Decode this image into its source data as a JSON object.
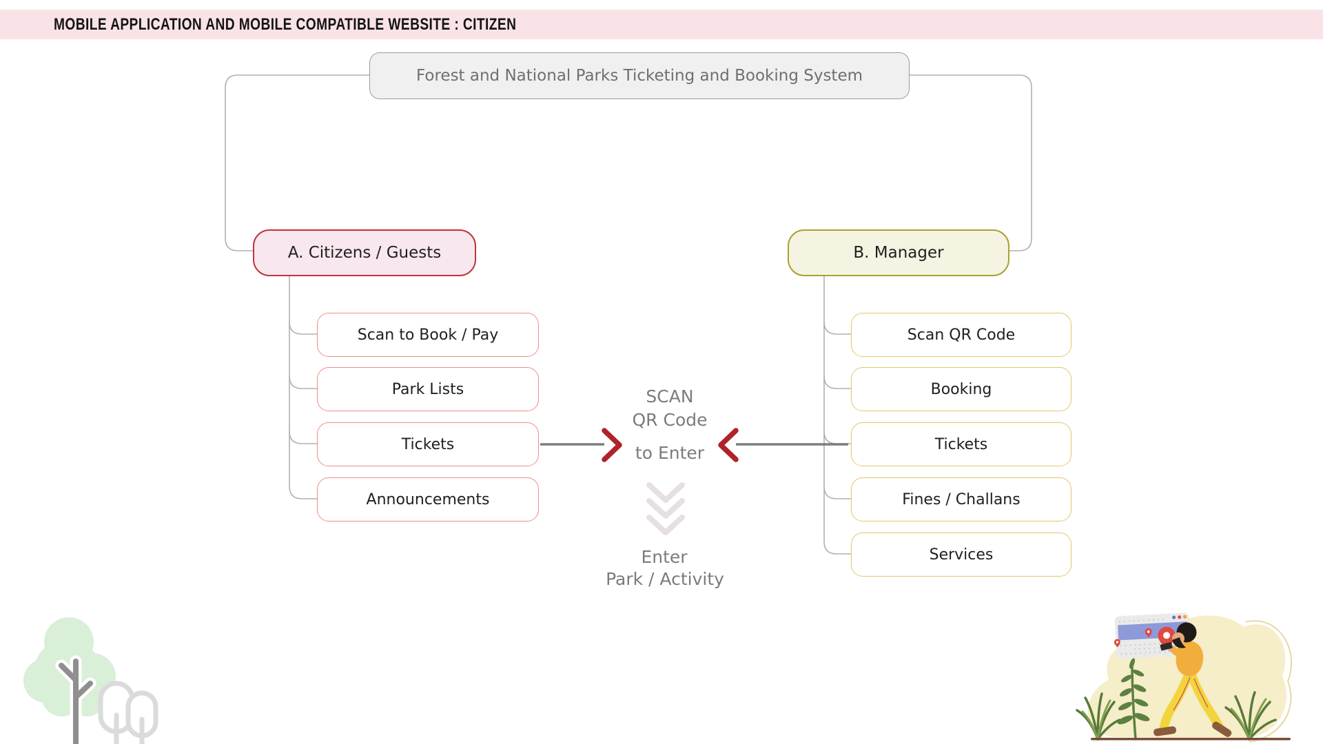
{
  "header": {
    "label": "MOBILE APPLICATION AND MOBILE COMPATIBLE WEBSITE : CITIZEN"
  },
  "diagram": {
    "root_label": "Forest and National Parks Ticketing and Booking System",
    "branch_a": {
      "label": "A. Citizens / Guests",
      "children": [
        "Scan to Book / Pay",
        "Park Lists",
        "Tickets",
        "Announcements"
      ]
    },
    "branch_b": {
      "label": "B. Manager",
      "children": [
        "Scan QR Code",
        "Booking",
        "Tickets",
        "Fines / Challans",
        "Services"
      ]
    },
    "center": {
      "scan_label_1": "SCAN",
      "scan_label_2": "QR Code",
      "scan_label_3": "to Enter",
      "enter_label_1": "Enter",
      "enter_label_2": "Park / Activity"
    }
  },
  "colors": {
    "header_bg": "#FAE3E7",
    "root_fill": "#F0F0F0",
    "root_border": "#9B9B9B",
    "citizens_fill": "#F8E7EE",
    "citizens_border": "#C1323A",
    "citizens_child_border": "#EE8D85",
    "manager_fill": "#F5F4E2",
    "manager_border": "#ABA030",
    "manager_child_border": "#E2C868",
    "connector_gray": "#B0B0B0",
    "arrow_line_gray": "#7D7D7D",
    "arrow_chevron_red": "#B0222A",
    "down_chevron": "#E7E0E0",
    "muted_text": "#7B7B7B",
    "node_text": "#1F1F1F"
  }
}
